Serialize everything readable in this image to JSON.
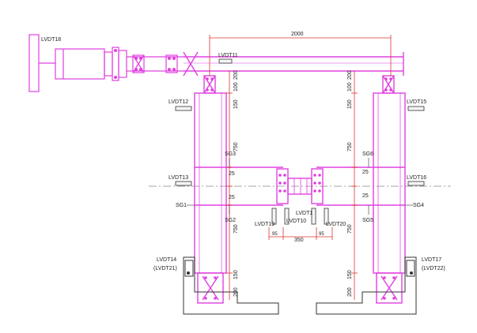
{
  "colors": {
    "structure": "#e040e0",
    "dimension": "#e03030",
    "ink": "#222222",
    "background": "#ffffff"
  },
  "labels": {
    "lvdt18": "LVDT18",
    "lvdt11": "LVDT11",
    "lvdt12": "LVDT12",
    "lvdt15": "LVDT15",
    "lvdt13": "LVDT13",
    "lvdt16": "LVDT16",
    "lvdt19": "LVDT19",
    "lvdt10": "LVDT10",
    "lvdt1": "LVDT1",
    "lvdt20": "LVDT20",
    "lvdt14": "LVDT14",
    "lvdt21": "(LVDT21)",
    "lvdt17": "LVDT17",
    "lvdt22": "(LVDT22)",
    "sg1": "SG1",
    "sg2": "SG2",
    "sg3": "SG3",
    "sg4": "SG4",
    "sg5": "SG5",
    "sg6": "SG6"
  },
  "dimensions": {
    "span_top": "2000",
    "d200_left": "200",
    "d100_left": "100",
    "d150_left": "150",
    "d750_left_up": "750",
    "d25_left_up": "25",
    "d25_left_dn": "25",
    "d750_left_dn": "750",
    "d150_left_bot": "150",
    "d200_left_bot": "200",
    "d200_right": "200",
    "d100_right": "100",
    "d150_right": "150",
    "d750_right_up": "750",
    "d25_right_up": "25",
    "d25_right_dn": "25",
    "d750_right_dn": "750",
    "d150_right_bot": "150",
    "d200_right_bot": "200",
    "d95_left": "95",
    "d350_mid": "350",
    "d95_right": "95"
  }
}
